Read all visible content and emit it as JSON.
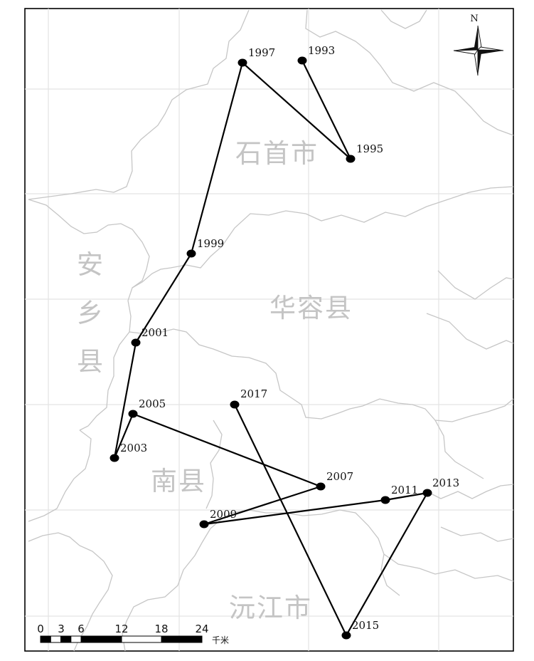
{
  "map": {
    "north_label": "N",
    "regions": [
      {
        "key": "shishou",
        "text": "石首市"
      },
      {
        "key": "huarong",
        "text": "华容县"
      },
      {
        "key": "anxiang",
        "text": "安乡县"
      },
      {
        "key": "nanxian",
        "text": "南县"
      },
      {
        "key": "yuanjiang",
        "text": "沅江市"
      }
    ],
    "track": [
      {
        "year": "1993"
      },
      {
        "year": "1995"
      },
      {
        "year": "1997"
      },
      {
        "year": "1999"
      },
      {
        "year": "2001"
      },
      {
        "year": "2003"
      },
      {
        "year": "2005"
      },
      {
        "year": "2007"
      },
      {
        "year": "2009"
      },
      {
        "year": "2011"
      },
      {
        "year": "2013"
      },
      {
        "year": "2015"
      },
      {
        "year": "2017"
      }
    ],
    "scale_bar": {
      "ticks": [
        "0",
        "3",
        "6",
        "12",
        "18",
        "24"
      ],
      "unit": "千米"
    },
    "colors": {
      "track": "#000000",
      "boundary": "#c6c6c6",
      "grid": "#e3e3e3",
      "region_label": "#c4c4c4",
      "frame": "#000000"
    }
  }
}
